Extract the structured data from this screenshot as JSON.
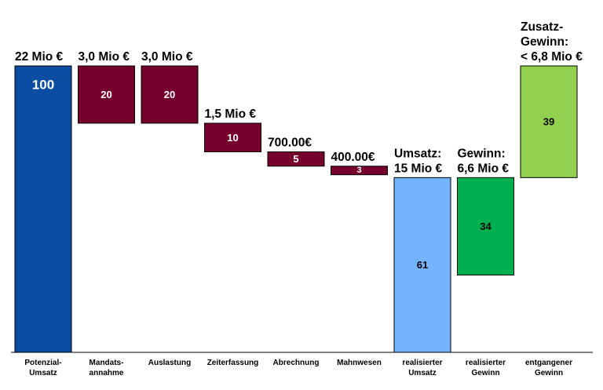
{
  "chart_data": {
    "type": "bar",
    "subtype": "waterfall",
    "ylim": [
      0,
      100
    ],
    "grid": false,
    "legend": "none",
    "bars": [
      {
        "category": "Potenzial-\nUmsatz",
        "base": 0,
        "value": 100,
        "label": "100",
        "top_label": "22 Mio €",
        "color": "#0b4da2",
        "label_color": "#ffffff"
      },
      {
        "category": "Mandats-\nannahme",
        "base": 80,
        "value": 20,
        "label": "20",
        "top_label": "3,0 Mio €",
        "color": "#76002d",
        "label_color": "#ffffff"
      },
      {
        "category": "Auslastung",
        "base": 80,
        "value": 20,
        "label": "20",
        "top_label": "3,0 Mio  €",
        "color": "#76002d",
        "label_color": "#ffffff"
      },
      {
        "category": "Zeiterfassung",
        "base": 70,
        "value": 10,
        "label": "10",
        "top_label": "1,5 Mio  €",
        "color": "#76002d",
        "label_color": "#ffffff"
      },
      {
        "category": "Abrechnung",
        "base": 65,
        "value": 5,
        "label": "5",
        "top_label": "700.00€",
        "color": "#76002d",
        "label_color": "#ffffff"
      },
      {
        "category": "Mahnwesen",
        "base": 62,
        "value": 3,
        "label": "3",
        "top_label": "400.00€",
        "color": "#76002d",
        "label_color": "#ffffff"
      },
      {
        "category": "realisierter\nUmsatz",
        "base": 0,
        "value": 61,
        "label": "61",
        "top_label": "Umsatz:\n15 Mio €",
        "color": "#74b4ff",
        "label_color": "#000000"
      },
      {
        "category": "realisierter\nGewinn",
        "base": 27,
        "value": 34,
        "label": "34",
        "top_label": "Gewinn:\n6,6 Mio €",
        "color": "#00b050",
        "label_color": "#000000"
      },
      {
        "category": "entgangener\nGewinn",
        "base": 61,
        "value": 39,
        "label": "39",
        "top_label": "Zusatz-\nGewinn:\n< 6,8 Mio €",
        "color": "#92d050",
        "label_color": "#000000"
      }
    ]
  }
}
